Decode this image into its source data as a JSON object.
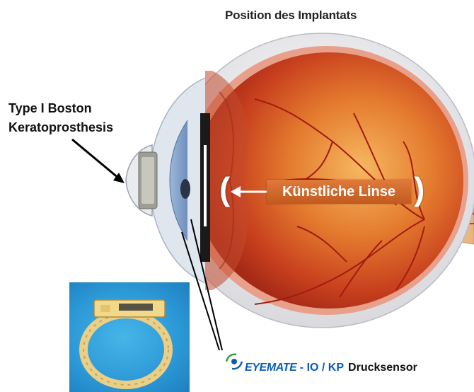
{
  "title": "Position des Implantats",
  "kpro_label": {
    "line1": "Type I Boston",
    "line2": "Keratoprosthesis"
  },
  "lens_label": "Künstliche Linse",
  "sensor_caption": {
    "brand": "EYEMATE",
    "model": " - IO / KP",
    "word": "Drucksensor"
  },
  "colors": {
    "sclera": "#f2f2f4",
    "retina": "#c8321e",
    "retina_light": "#f0a04a",
    "lens_label_bg": "#d2692a",
    "photo_bg": "#2c98d6",
    "brand_blue": "#0b5bb5",
    "brand_green": "#2e9e3a"
  }
}
